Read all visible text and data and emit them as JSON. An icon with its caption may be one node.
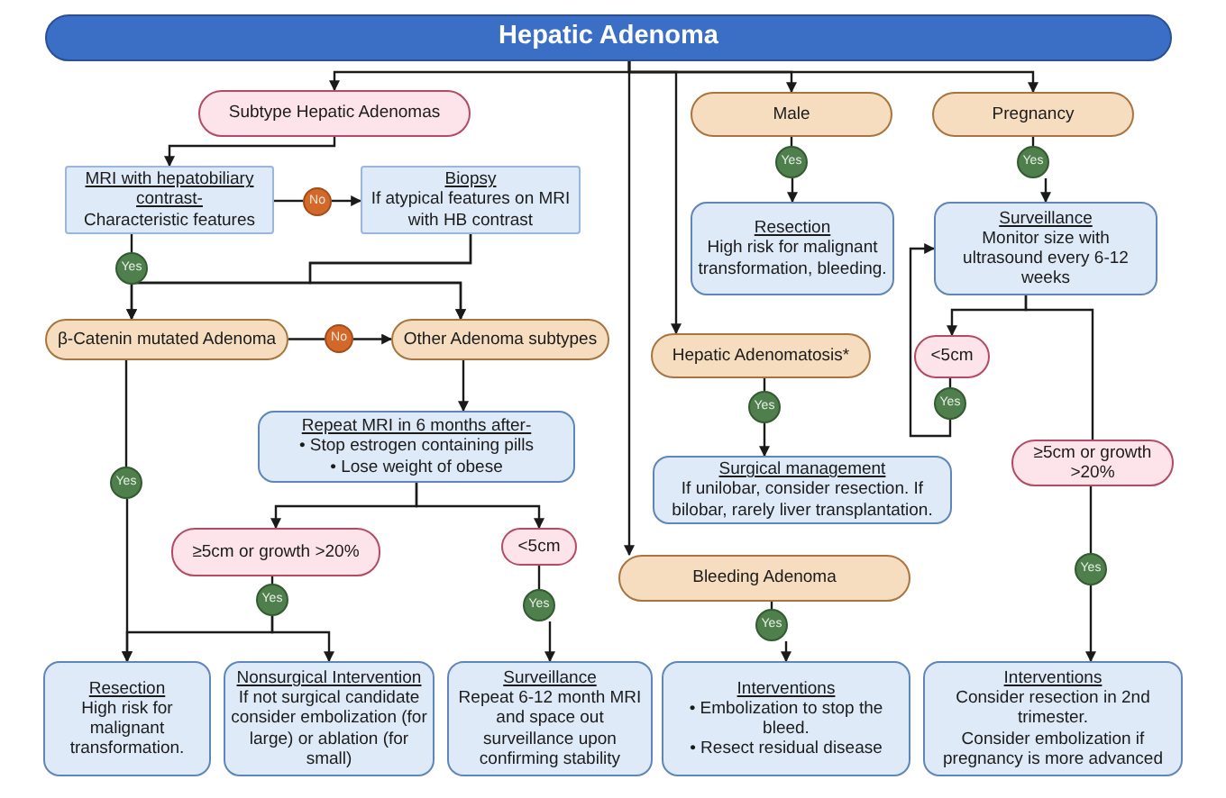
{
  "diagram": {
    "nodes": [
      {
        "text": [
          "Hepatic Adenoma"
        ]
      },
      {
        "text": [
          "Subtype Hepatic Adenomas"
        ]
      },
      {
        "text": [
          "Male"
        ]
      },
      {
        "text": [
          "Pregnancy"
        ]
      },
      {
        "text": [
          "Yes"
        ]
      },
      {
        "text": [
          "Yes"
        ]
      },
      {
        "text": [
          "MRI with hepatobiliary contrast-",
          "Characteristic features"
        ]
      },
      {
        "text": [
          "No"
        ]
      },
      {
        "text": [
          "Biopsy",
          "If atypical features on MRI with HB contrast"
        ]
      },
      {
        "text": [
          "Resection",
          "High risk for malignant transformation, bleeding."
        ]
      },
      {
        "text": [
          "Surveillance",
          "Monitor size with ultrasound every 6-12 weeks"
        ]
      },
      {
        "text": [
          "Yes"
        ]
      },
      {
        "text": [
          "β-Catenin mutated Adenoma"
        ]
      },
      {
        "text": [
          "No"
        ]
      },
      {
        "text": [
          "Other Adenoma subtypes"
        ]
      },
      {
        "text": [
          "Hepatic Adenomatosis*"
        ]
      },
      {
        "text": [
          "<5cm"
        ]
      },
      {
        "text": [
          "Repeat MRI in 6 months after-",
          "• Stop estrogen containing pills",
          "• Lose weight of obese"
        ]
      },
      {
        "text": [
          "Yes"
        ]
      },
      {
        "text": [
          "Yes"
        ]
      },
      {
        "text": [
          "Yes"
        ]
      },
      {
        "text": [
          "Surgical management",
          "If unilobar, consider resection. If bilobar, rarely liver transplantation."
        ]
      },
      {
        "text": [
          "≥5cm or growth >20%"
        ]
      },
      {
        "text": [
          "<5cm"
        ]
      },
      {
        "text": [
          "≥5cm or growth >20%"
        ]
      },
      {
        "text": [
          "Bleeding Adenoma"
        ]
      },
      {
        "text": [
          "Yes"
        ]
      },
      {
        "text": [
          "Yes"
        ]
      },
      {
        "text": [
          "Yes"
        ]
      },
      {
        "text": [
          "Yes"
        ]
      },
      {
        "text": [
          "Resection",
          "High risk for malignant transformation."
        ]
      },
      {
        "text": [
          "Nonsurgical Intervention",
          "If not surgical candidate consider embolization (for large) or ablation (for small)"
        ]
      },
      {
        "text": [
          "Surveillance",
          "Repeat 6-12 month MRI and space out surveillance upon confirming stability"
        ]
      },
      {
        "text": [
          "Interventions",
          "• Embolization to stop the bleed.",
          "• Resect residual disease"
        ]
      },
      {
        "text": [
          "Interventions",
          "Consider resection in 2nd trimester.",
          "Consider embolization if pregnancy is more advanced"
        ]
      }
    ],
    "edges": [
      {
        "from": 0,
        "to": 1,
        "arrow": "to"
      },
      {
        "from": 0,
        "to": 2,
        "arrow": "to"
      },
      {
        "from": 0,
        "to": 3,
        "arrow": "to"
      },
      {
        "from": 0,
        "to": 15,
        "arrow": "to"
      },
      {
        "from": 0,
        "to": 25,
        "arrow": "to"
      },
      {
        "from": 1,
        "to": 6,
        "arrow": "to"
      },
      {
        "from": 6,
        "to": 11,
        "arrow": "none"
      },
      {
        "from": 11,
        "to": 12,
        "arrow": "to"
      },
      {
        "from": 11,
        "to": 14,
        "arrow": "to"
      },
      {
        "from": 8,
        "to": 12,
        "arrow": "to"
      },
      {
        "from": 8,
        "to": 14,
        "arrow": "to"
      },
      {
        "from": 6,
        "to": 7,
        "arrow": "none"
      },
      {
        "from": 7,
        "to": 8,
        "arrow": "to"
      },
      {
        "from": 12,
        "to": 13,
        "arrow": "none"
      },
      {
        "from": 13,
        "to": 14,
        "arrow": "to"
      },
      {
        "from": 12,
        "to": 18,
        "arrow": "none"
      },
      {
        "from": 18,
        "to": 30,
        "arrow": "to"
      },
      {
        "from": 14,
        "to": 17,
        "arrow": "to"
      },
      {
        "from": 17,
        "to": 22,
        "arrow": "to"
      },
      {
        "from": 17,
        "to": 23,
        "arrow": "to"
      },
      {
        "from": 22,
        "to": 26,
        "arrow": "none"
      },
      {
        "from": 26,
        "to": 30,
        "arrow": "to"
      },
      {
        "from": 26,
        "to": 31,
        "arrow": "to"
      },
      {
        "from": 23,
        "to": 27,
        "arrow": "none"
      },
      {
        "from": 27,
        "to": 32,
        "arrow": "to"
      },
      {
        "from": 2,
        "to": 4,
        "arrow": "none"
      },
      {
        "from": 4,
        "to": 9,
        "arrow": "to"
      },
      {
        "from": 3,
        "to": 5,
        "arrow": "none"
      },
      {
        "from": 5,
        "to": 10,
        "arrow": "to"
      },
      {
        "from": 10,
        "to": 16,
        "arrow": "to"
      },
      {
        "from": 10,
        "to": 24,
        "arrow": "none"
      },
      {
        "from": 16,
        "to": 20,
        "arrow": "none"
      },
      {
        "from": 20,
        "to": 10,
        "arrow": "to"
      },
      {
        "from": 24,
        "to": 28,
        "arrow": "none"
      },
      {
        "from": 28,
        "to": 34,
        "arrow": "to"
      },
      {
        "from": 15,
        "to": 19,
        "arrow": "none"
      },
      {
        "from": 19,
        "to": 21,
        "arrow": "to"
      },
      {
        "from": 25,
        "to": 29,
        "arrow": "none"
      },
      {
        "from": 29,
        "to": 33,
        "arrow": "to"
      }
    ]
  }
}
